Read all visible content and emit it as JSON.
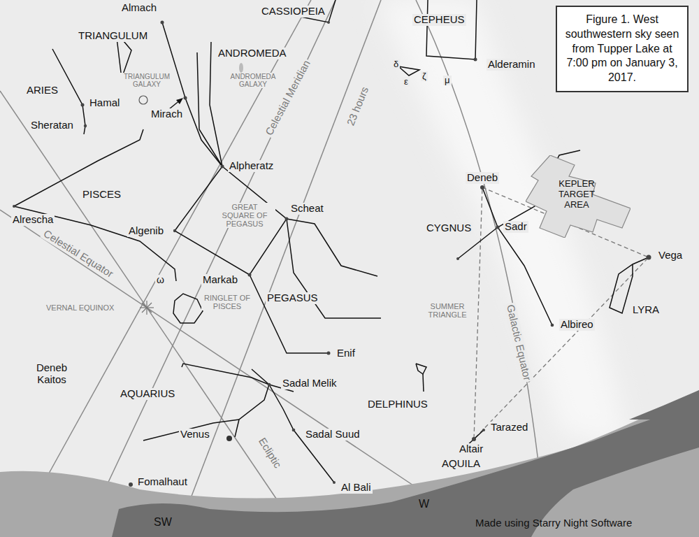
{
  "diagram": {
    "nodes": [
      {
        "text": [
          "Figure 1. West southwestern sky seen from Tupper Lake at 7:00 pm on January 3, 2017."
        ]
      },
      {
        "text": [
          "KEPLER TARGET AREA"
        ]
      }
    ],
    "labels": [
      "CASSIOPEIA",
      "CEPHEUS",
      "Almach",
      "TRIANGULUM",
      "ANDROMEDA",
      "TRIANGULUM GALAXY",
      "ANDROMEDA GALAXY",
      "ARIES",
      "Hamal",
      "Mirach",
      "Sheratan",
      "Alderamin",
      "δ",
      "ε",
      "ζ",
      "μ",
      "Celestial Meridian",
      "23 hours",
      "Alpheratz",
      "Deneb",
      "PISCES",
      "Scheat",
      "GREAT SQUARE OF PEGASUS",
      "Alrescha",
      "Algenib",
      "CYGNUS",
      "Sadr",
      "Vega",
      "Celestial Equator",
      "ω",
      "Markab",
      "PEGASUS",
      "RINGLET OF PISCES",
      "VERNAL EQUINOX",
      "SUMMER TRIANGLE",
      "LYRA",
      "Galactic Equator",
      "Albireo",
      "Deneb Kaitos",
      "Enif",
      "AQUARIUS",
      "Sadal Melik",
      "DELPHINUS",
      "Venus",
      "Sadal Suud",
      "Tarazed",
      "Altair",
      "AQUILA",
      "Fomalhaut",
      "Ecliptic",
      "Al Bali",
      "SW",
      "W",
      "Made using Starry Night Software"
    ]
  }
}
